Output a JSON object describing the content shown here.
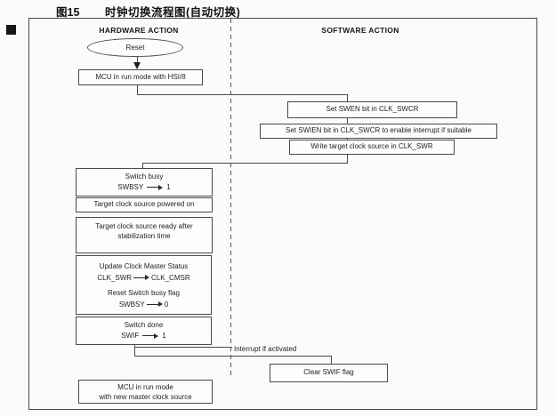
{
  "caption": {
    "figure_label": "图15",
    "figure_title": "时钟切换流程图(自动切换)"
  },
  "columns": {
    "hardware": "HARDWARE ACTION",
    "software": "SOFTWARE ACTION"
  },
  "nodes": {
    "reset": "Reset",
    "mcu_hsi": "MCU in run mode with HSI/8",
    "set_swen": "Set SWEN bit in CLK_SWCR",
    "set_swien": "Set SWIEN bit in CLK_SWCR to enable interrupt if suitable",
    "write_target": "Write target clock source in CLK_SWR",
    "switch_busy": {
      "title": "Switch busy",
      "reg": "SWBSY",
      "value": "1"
    },
    "powered_on": "Target clock source powered on",
    "ready_line1": "Target clock source ready after",
    "ready_line2": "stabilization time",
    "update": {
      "title": "Update Clock Master Status",
      "src": "CLK_SWR",
      "dst": "CLK_CMSR",
      "subtitle": "Reset Switch busy flag",
      "reg": "SWBSY",
      "value": "0"
    },
    "switch_done": {
      "title": "Switch done",
      "reg": "SWIF",
      "value": "1"
    },
    "clear_swif": "Clear SWIF flag",
    "mcu_new_line1": "MCU in run mode",
    "mcu_new_line2": "with new master clock source"
  },
  "labels": {
    "interrupt": "Interrupt if activated"
  },
  "colors": {
    "line": "#4a4a4a",
    "text": "#1f1f1f",
    "marker": "#161616"
  }
}
